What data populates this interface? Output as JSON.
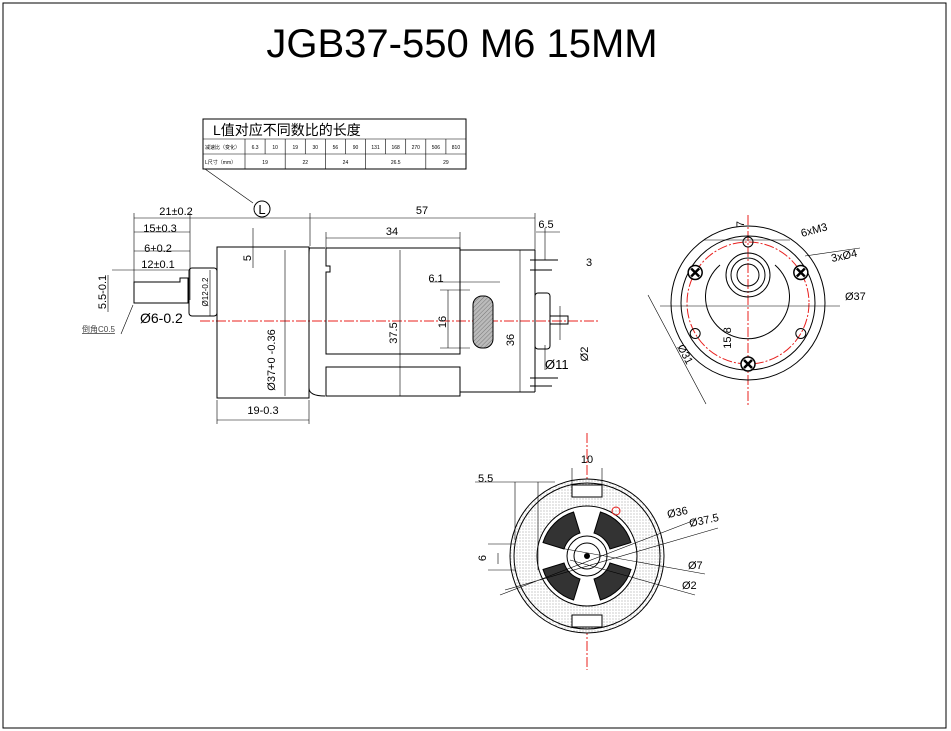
{
  "title": "JGB37-550 M6 15MM",
  "table": {
    "heading": "L值对应不同数比的长度",
    "ratio_label": "减速比（变化）",
    "ratios": [
      "6.3",
      "10",
      "19",
      "30",
      "56",
      "90",
      "131",
      "168",
      "270",
      "506",
      "810"
    ],
    "length_label": "L尺寸（mm）",
    "lengths": [
      "19",
      "22",
      "24",
      "26.5",
      "29"
    ]
  },
  "callout_L": "L",
  "side_view": {
    "d_21": "21±0.2",
    "d_15": "15±0.3",
    "d_6": "6+0.2",
    "d_12": "12±0.1",
    "d_5_5": "5.5-0.1",
    "d_phi6": "Ø6-0.2",
    "chamfer": "倒角C0.5",
    "d_phi12": "Ø12-0.2",
    "d_5": "5",
    "d_phi37": "Ø37+0 -0.36",
    "d_19": "19-0.3",
    "d_57": "57",
    "d_34": "34",
    "d_6_5": "6.5",
    "d_3": "3",
    "d_6_1": "6.1",
    "d_16": "16",
    "d_37_5": "37.5",
    "d_36": "36",
    "d_phi11": "Ø11",
    "d_phi2": "Ø2"
  },
  "gearbox_end": {
    "d_7": "7",
    "d_6xM3": "6xM3",
    "d_3xphi4": "3xØ4",
    "d_phi37": "Ø37",
    "d_15_8": "15.8",
    "d_phi31": "Ø31"
  },
  "motor_end": {
    "d_10": "10",
    "d_5_5": "5.5",
    "d_6": "6",
    "d_phi36": "Ø36",
    "d_phi37_5": "Ø37.5",
    "d_phi7": "Ø7",
    "d_phi2": "Ø2"
  },
  "colors": {
    "centerline": "#e8201e",
    "line": "#000000"
  }
}
